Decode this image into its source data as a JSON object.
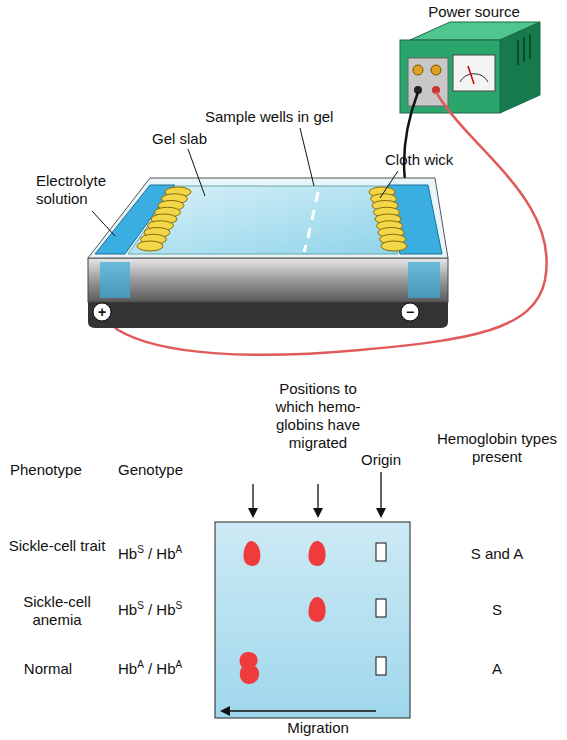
{
  "diagram": {
    "labels": [
      "Power source",
      "Gel slab",
      "Sample wells in gel",
      "Cloth wick",
      "Electrolyte solution",
      "+",
      "−",
      "Positions to which hemo- globins have migrated",
      "Origin",
      "Hemoglobin types present",
      "Phenotype",
      "Genotype",
      "Sickle-cell trait",
      "HbS / HbA",
      "S and A",
      "Sickle-cell anemia",
      "HbS / HbS",
      "S",
      "Normal",
      "HbA / HbA",
      "A",
      "Migration"
    ]
  }
}
